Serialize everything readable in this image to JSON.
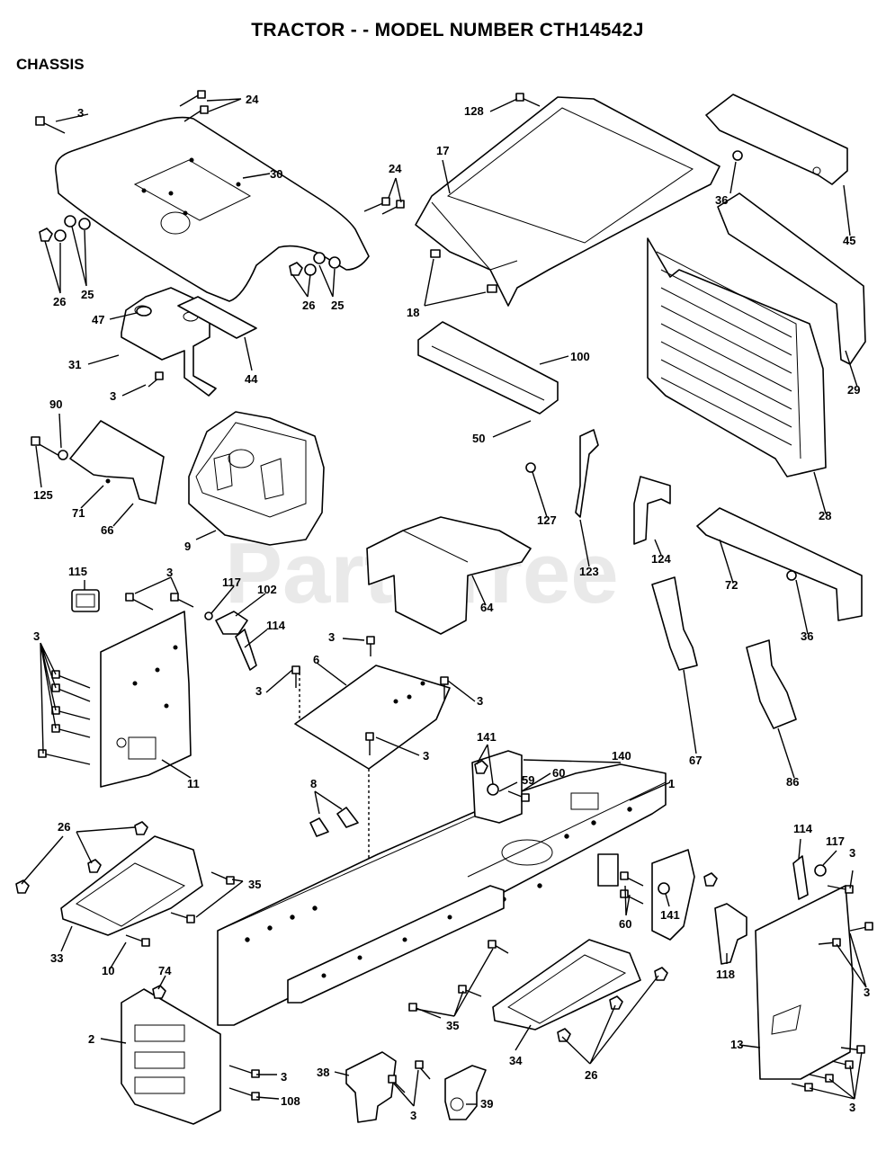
{
  "title": "TRACTOR - - MODEL NUMBER CTH14542J",
  "section": "CHASSIS",
  "watermark": "PartsTree",
  "callouts": [
    "3",
    "24",
    "30",
    "24",
    "26",
    "25",
    "26",
    "25",
    "47",
    "31",
    "44",
    "3",
    "90",
    "125",
    "71",
    "66",
    "9",
    "128",
    "17",
    "18",
    "100",
    "50",
    "36",
    "45",
    "29",
    "28",
    "127",
    "123",
    "124",
    "64",
    "72",
    "36",
    "115",
    "3",
    "117",
    "102",
    "114",
    "3",
    "11",
    "3",
    "6",
    "3",
    "3",
    "3",
    "67",
    "86",
    "141",
    "140",
    "1",
    "59",
    "60",
    "8",
    "26",
    "35",
    "33",
    "10",
    "74",
    "2",
    "3",
    "108",
    "38",
    "3",
    "39",
    "35",
    "34",
    "26",
    "60",
    "141",
    "118",
    "114",
    "117",
    "3",
    "3",
    "13",
    "3"
  ]
}
